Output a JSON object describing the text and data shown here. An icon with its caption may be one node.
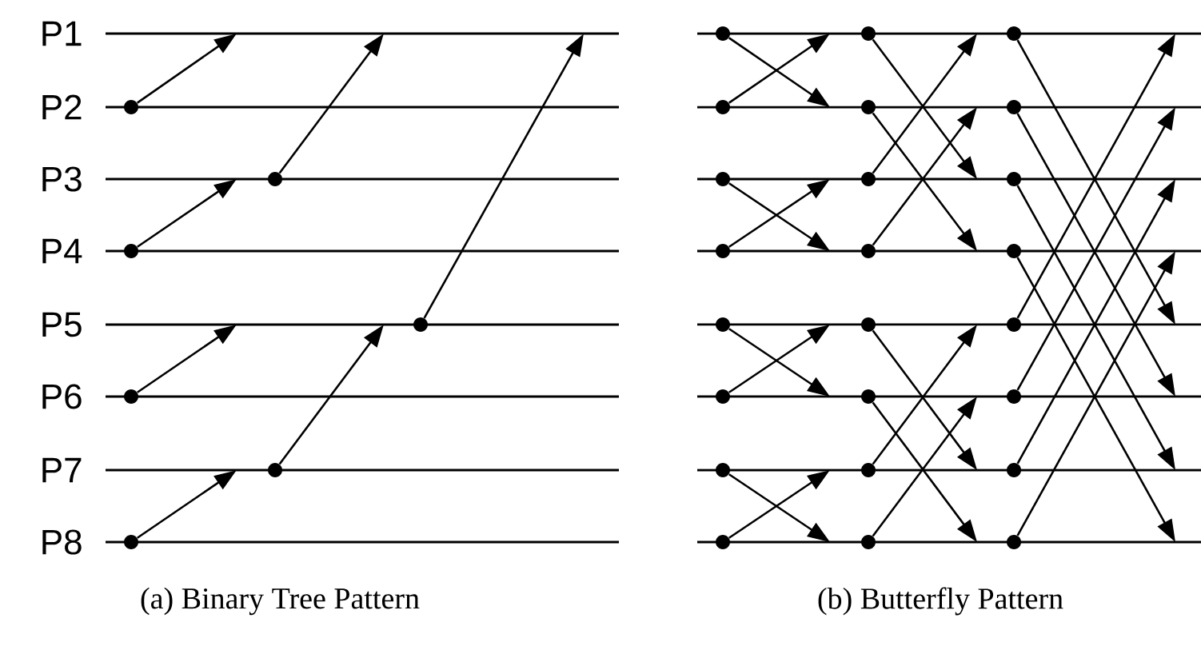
{
  "diagram": {
    "nodes": [
      {
        "text": [],
        "shape": "circle"
      },
      {
        "text": [],
        "shape": "circle"
      },
      {
        "text": [],
        "shape": "circle"
      },
      {
        "text": [],
        "shape": "circle"
      },
      {
        "text": [],
        "shape": "circle"
      },
      {
        "text": [],
        "shape": "circle"
      },
      {
        "text": [],
        "shape": "circle"
      },
      {
        "text": [],
        "shape": "circle"
      },
      {
        "text": [],
        "shape": "circle"
      },
      {
        "text": [],
        "shape": "circle"
      },
      {
        "text": [],
        "shape": "circle"
      },
      {
        "text": [],
        "shape": "circle"
      },
      {
        "text": [],
        "shape": "circle"
      },
      {
        "text": [],
        "shape": "circle"
      },
      {
        "text": [],
        "shape": "circle"
      },
      {
        "text": [],
        "shape": "circle"
      },
      {
        "text": [],
        "shape": "circle"
      },
      {
        "text": [],
        "shape": "circle"
      },
      {
        "text": [],
        "shape": "circle"
      },
      {
        "text": [],
        "shape": "circle"
      },
      {
        "text": [],
        "shape": "circle"
      },
      {
        "text": [],
        "shape": "circle"
      },
      {
        "text": [],
        "shape": "circle"
      },
      {
        "text": [],
        "shape": "circle"
      },
      {
        "text": [],
        "shape": "circle"
      },
      {
        "text": [],
        "shape": "circle"
      },
      {
        "text": [],
        "shape": "circle"
      },
      {
        "text": [],
        "shape": "circle"
      },
      {
        "text": [],
        "shape": "circle"
      },
      {
        "text": [],
        "shape": "circle"
      },
      {
        "text": [],
        "shape": "circle"
      }
    ],
    "edges": [
      {
        "from": 0,
        "to": null,
        "arrow": "to"
      },
      {
        "from": 1,
        "to": null,
        "arrow": "to"
      },
      {
        "from": 2,
        "to": null,
        "arrow": "to"
      },
      {
        "from": 3,
        "to": null,
        "arrow": "to"
      },
      {
        "from": 4,
        "to": null,
        "arrow": "to"
      },
      {
        "from": 5,
        "to": null,
        "arrow": "to"
      },
      {
        "from": 6,
        "to": null,
        "arrow": "to"
      },
      {
        "from": 7,
        "to": null,
        "arrow": "to"
      },
      {
        "from": 8,
        "to": null,
        "arrow": "to"
      },
      {
        "from": 9,
        "to": null,
        "arrow": "to"
      },
      {
        "from": 10,
        "to": null,
        "arrow": "to"
      },
      {
        "from": 11,
        "to": null,
        "arrow": "to"
      },
      {
        "from": 12,
        "to": null,
        "arrow": "to"
      },
      {
        "from": 13,
        "to": null,
        "arrow": "to"
      },
      {
        "from": 14,
        "to": null,
        "arrow": "to"
      },
      {
        "from": 15,
        "to": null,
        "arrow": "to"
      },
      {
        "from": 16,
        "to": null,
        "arrow": "to"
      },
      {
        "from": 17,
        "to": null,
        "arrow": "to"
      },
      {
        "from": 18,
        "to": null,
        "arrow": "to"
      },
      {
        "from": 19,
        "to": null,
        "arrow": "to"
      },
      {
        "from": 20,
        "to": null,
        "arrow": "to"
      },
      {
        "from": 21,
        "to": null,
        "arrow": "to"
      },
      {
        "from": 22,
        "to": null,
        "arrow": "to"
      },
      {
        "from": 23,
        "to": null,
        "arrow": "to"
      },
      {
        "from": 24,
        "to": null,
        "arrow": "to"
      },
      {
        "from": 25,
        "to": null,
        "arrow": "to"
      },
      {
        "from": 26,
        "to": null,
        "arrow": "to"
      },
      {
        "from": 27,
        "to": null,
        "arrow": "to"
      },
      {
        "from": 28,
        "to": null,
        "arrow": "to"
      },
      {
        "from": 29,
        "to": null,
        "arrow": "to"
      },
      {
        "from": 30,
        "to": null,
        "arrow": "to"
      }
    ],
    "labels": [
      "P1",
      "P2",
      "P3",
      "P4",
      "P5",
      "P6",
      "P7",
      "P8",
      "(a) Binary Tree Pattern",
      "(b) Butterfly Pattern"
    ]
  }
}
